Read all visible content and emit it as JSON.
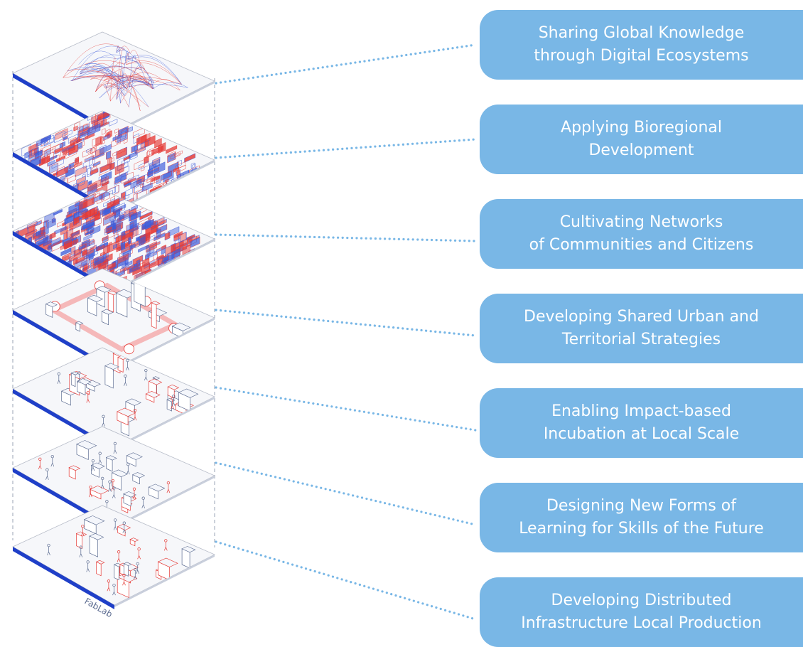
{
  "diagram": {
    "layers": [
      {
        "id": "digital",
        "theme": "map-network",
        "lines": [
          "Sharing Global Knowledge",
          "through Digital Ecosystems"
        ]
      },
      {
        "id": "bioregional",
        "theme": "map-sparse",
        "lines": [
          "Applying Bioregional",
          "Development"
        ]
      },
      {
        "id": "communities",
        "theme": "map-dense",
        "lines": [
          "Cultivating Networks",
          "of Communities and Citizens"
        ]
      },
      {
        "id": "urban",
        "theme": "city-loop",
        "lines": [
          "Developing Shared Urban and",
          "Territorial Strategies"
        ]
      },
      {
        "id": "incubation",
        "theme": "workspace",
        "lines": [
          "Enabling Impact-based",
          "Incubation at Local Scale"
        ]
      },
      {
        "id": "learning",
        "theme": "classroom",
        "lines": [
          "Designing New Forms of",
          "Learning for Skills of the Future"
        ]
      },
      {
        "id": "production",
        "theme": "fablab",
        "lines": [
          "Developing Distributed",
          "Infrastructure Local Production"
        ]
      }
    ],
    "fablab_sign": "FabLab",
    "colors": {
      "label_bg": "#79b7e6",
      "label_text": "#ffffff",
      "connector": "#79b7e6",
      "slab_edge": "#1f3fc8",
      "map_red": "#e53935",
      "map_blue": "#3d5bd9",
      "line_art": "#5b6b90"
    }
  }
}
